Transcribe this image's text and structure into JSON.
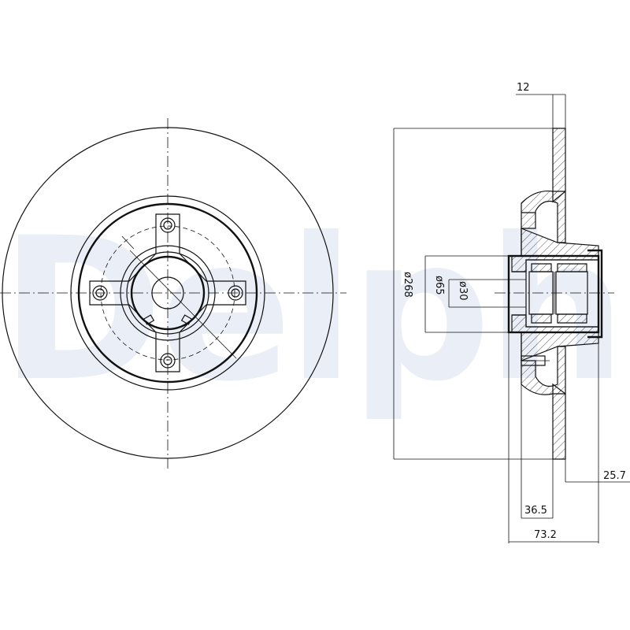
{
  "watermark": "Delphi",
  "dimensions": {
    "disc_thickness": "12",
    "outer_diameter": "ø268",
    "centering_diameter": "ø65",
    "bore_diameter": "ø30",
    "offset": "25.7",
    "hub_height": "36.5",
    "overall_height": "73.2"
  }
}
